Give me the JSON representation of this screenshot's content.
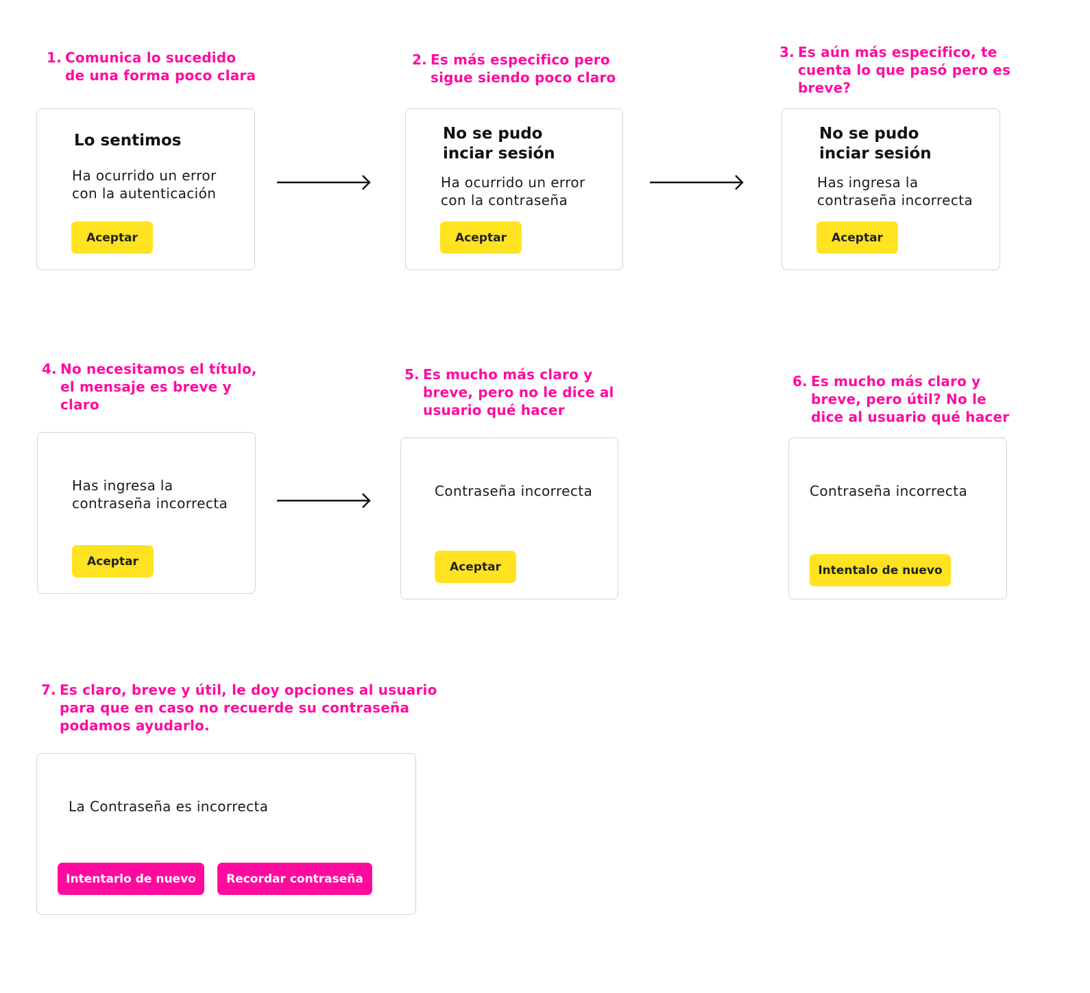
{
  "colors": {
    "accent": "#ff0a9f",
    "button_yellow": "#ffe320",
    "button_pink": "#ff0a9f"
  },
  "steps": [
    {
      "num": "1.",
      "caption": [
        "Comunica lo sucedido",
        "de una forma poco clara"
      ],
      "title": [
        "Lo sentimos"
      ],
      "message": [
        "Ha ocurrido un error",
        "con la autenticación"
      ],
      "buttons": [
        "Aceptar"
      ]
    },
    {
      "num": "2.",
      "caption": [
        "Es más especifico pero",
        "sigue siendo poco claro"
      ],
      "title": [
        "No se pudo",
        "inciar sesión"
      ],
      "message": [
        "Ha ocurrido un error",
        "con la contraseña"
      ],
      "buttons": [
        "Aceptar"
      ]
    },
    {
      "num": "3.",
      "caption": [
        "Es aún más especifico, te",
        "cuenta lo que pasó pero es",
        "breve?"
      ],
      "title": [
        "No se pudo",
        "inciar sesión"
      ],
      "message": [
        "Has ingresa la",
        "contraseña incorrecta"
      ],
      "buttons": [
        "Aceptar"
      ]
    },
    {
      "num": "4.",
      "caption": [
        "No necesitamos el título,",
        "el mensaje es breve y",
        "claro"
      ],
      "title": [],
      "message": [
        "Has ingresa la",
        "contraseña incorrecta"
      ],
      "buttons": [
        "Aceptar"
      ]
    },
    {
      "num": "5.",
      "caption": [
        "Es mucho más claro y",
        "breve, pero no le dice al",
        "usuario qué hacer"
      ],
      "title": [],
      "message": [
        "Contraseña incorrecta"
      ],
      "buttons": [
        "Aceptar"
      ]
    },
    {
      "num": "6.",
      "caption": [
        "Es mucho más claro y",
        "breve, pero útil? No le",
        "dice al usuario qué hacer"
      ],
      "title": [],
      "message": [
        "Contraseña incorrecta"
      ],
      "buttons": [
        "Intentalo de nuevo"
      ]
    },
    {
      "num": "7.",
      "caption": [
        "Es claro, breve y útil, le doy opciones al usuario",
        "para que en caso no recuerde su contraseña",
        "podamos ayudarlo."
      ],
      "title": [],
      "message": [
        "La Contraseña es incorrecta"
      ],
      "buttons": [
        "Intentarlo de nuevo",
        "Recordar contraseña"
      ]
    }
  ]
}
